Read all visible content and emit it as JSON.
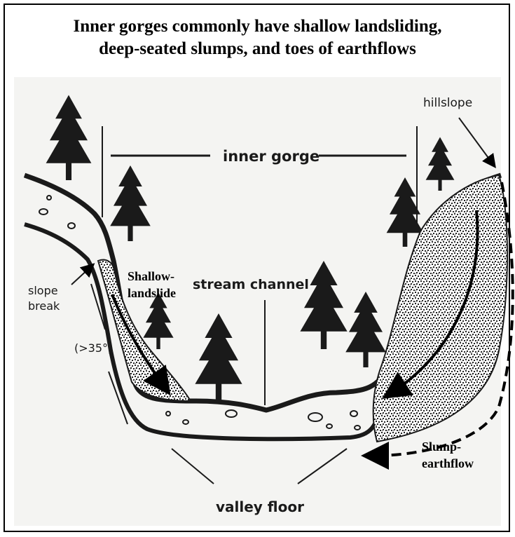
{
  "title": {
    "line1": "Inner gorges commonly have  shallow landsliding,",
    "line2": "deep-seated slumps, and toes of earthflows"
  },
  "labels": {
    "hillslope": "hillslope",
    "inner_gorge": "inner gorge",
    "shallow_landslide_1": "Shallow-",
    "shallow_landslide_2": "landslide",
    "stream_channel": "stream channel",
    "slope_break_1": "slope",
    "slope_break_2": "break",
    "angle": "(>35°)",
    "slump_1": "Slump-",
    "slump_2": "earthflow",
    "valley_floor": "valley floor"
  },
  "colors": {
    "ink": "#1a1a1a",
    "paper": "#f4f4f2",
    "frame": "#000000"
  }
}
